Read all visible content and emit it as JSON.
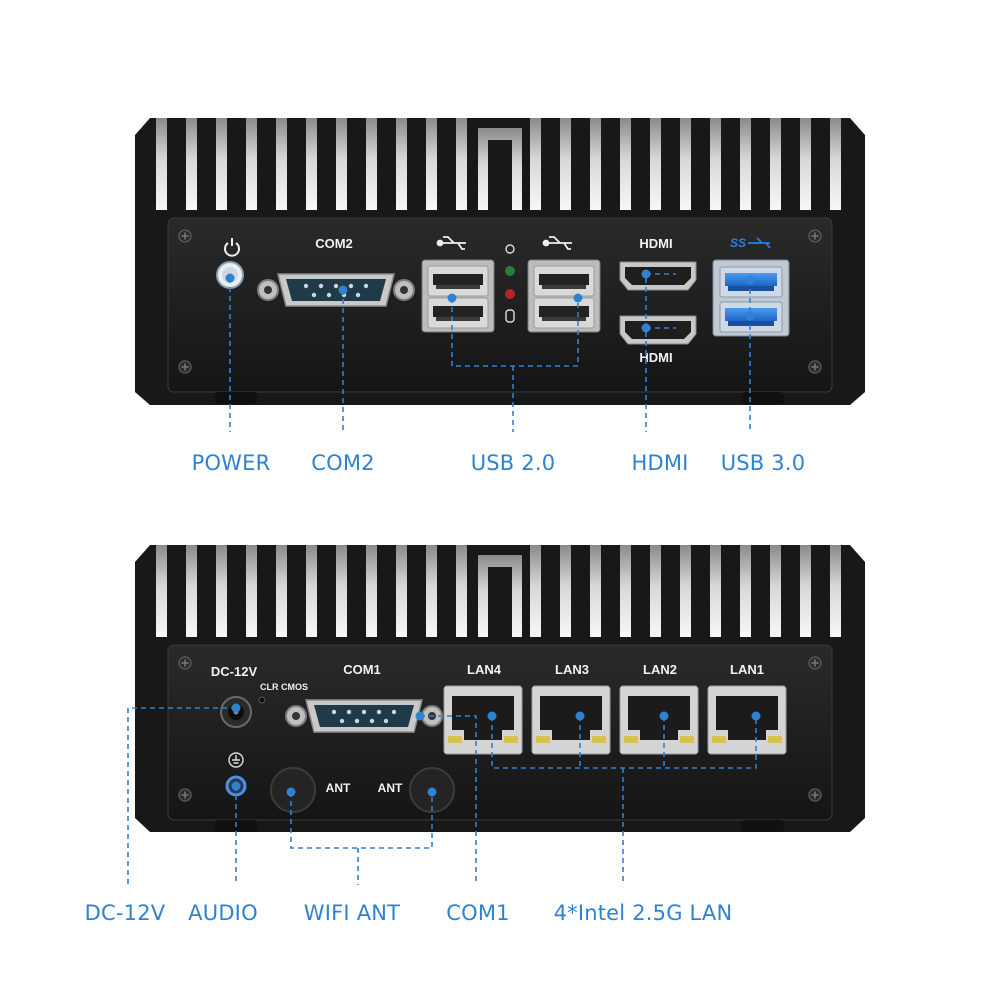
{
  "front_panel": {
    "port_labels": {
      "com2": "COM2",
      "hdmi_top": "HDMI",
      "hdmi_bottom": "HDMI"
    },
    "callouts": {
      "power": "POWER",
      "com2": "COM2",
      "usb2": "USB 2.0",
      "hdmi": "HDMI",
      "usb3": "USB 3.0"
    }
  },
  "rear_panel": {
    "port_labels": {
      "dc": "DC-12V",
      "clr_cmos": "CLR CMOS",
      "com1": "COM1",
      "lan4": "LAN4",
      "lan3": "LAN3",
      "lan2": "LAN2",
      "lan1": "LAN1",
      "ant_left": "ANT",
      "ant_right": "ANT"
    },
    "callouts": {
      "dc": "DC-12V",
      "audio": "AUDIO",
      "wifi_ant": "WIFI ANT",
      "com1": "COM1",
      "lan": "4*Intel 2.5G LAN"
    }
  },
  "colors": {
    "accent": "#2f82d0",
    "chassis": "#1c1c1c",
    "usb3_blue": "#2a7de1"
  }
}
